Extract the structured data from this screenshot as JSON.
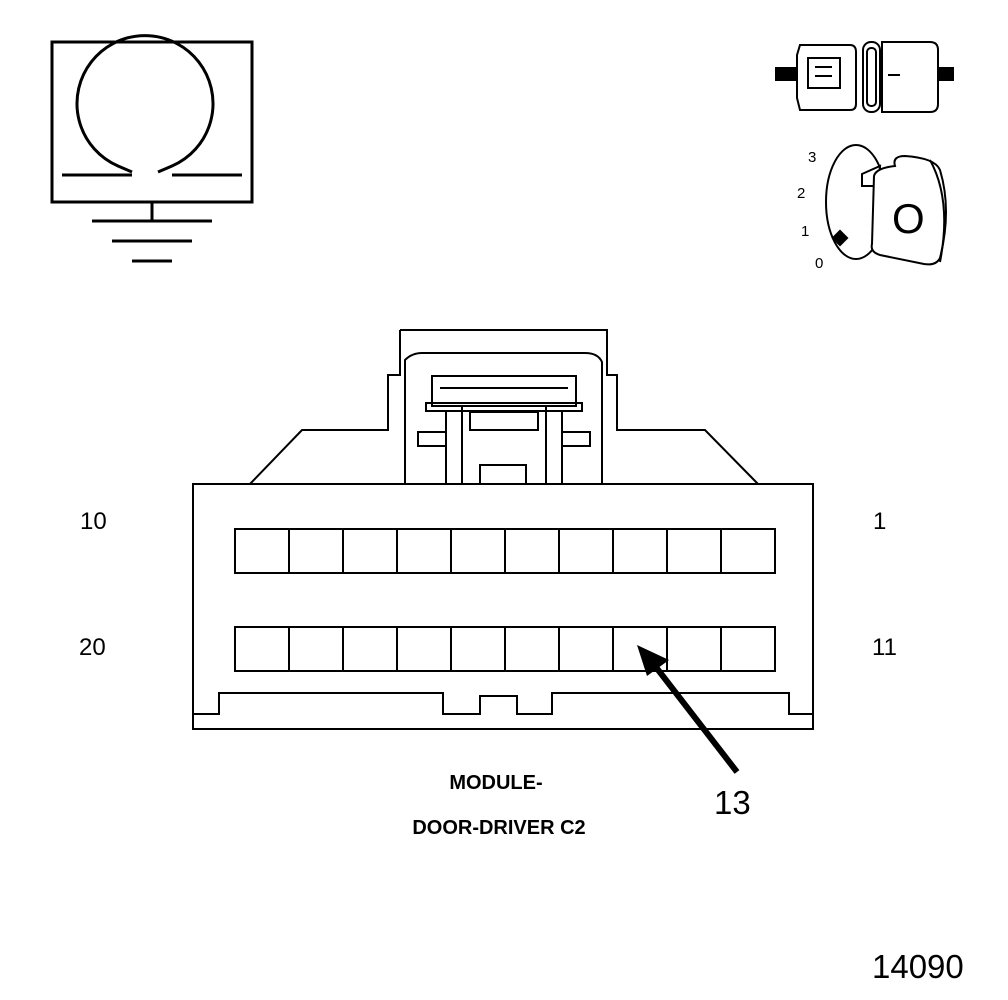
{
  "pin_labels": {
    "top_left": "10",
    "top_right": "1",
    "bottom_left": "20",
    "bottom_right": "11"
  },
  "connector_caption": {
    "line1": "MODULE-",
    "line2": "DOOR-DRIVER C2"
  },
  "callout_pin": "13",
  "figure_number": "14090",
  "ignition_positions": [
    "3",
    "2",
    "1",
    "0"
  ],
  "ignition_key_letter": "O",
  "icons": {
    "ohmmeter": "ohm-meter-ground-icon",
    "disconnect": "connector-disconnected-icon",
    "ignition": "ignition-key-off-icon"
  },
  "colors": {
    "line": "#000000",
    "background": "#ffffff"
  }
}
